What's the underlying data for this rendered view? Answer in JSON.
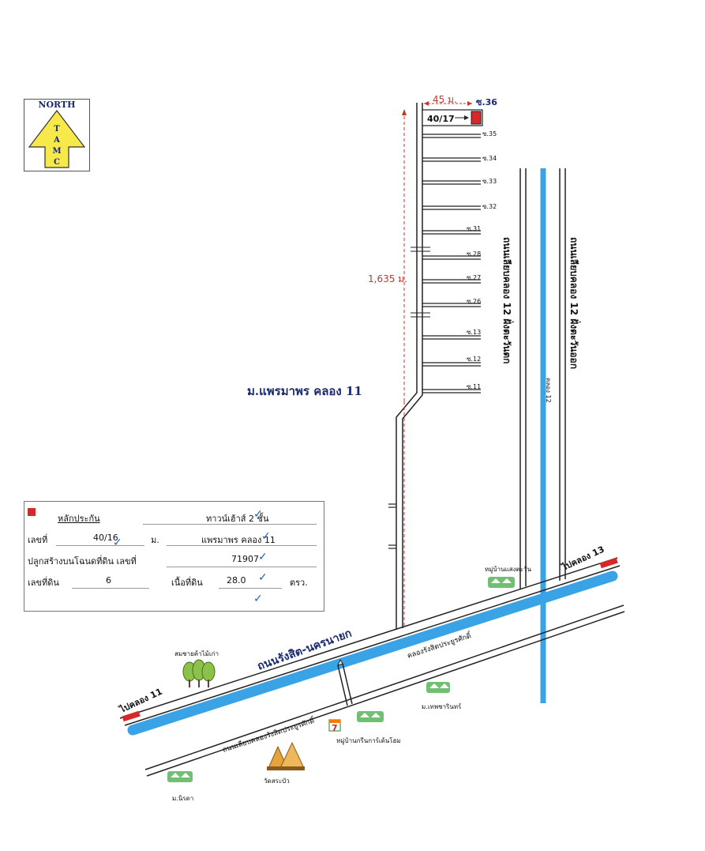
{
  "north_badge": {
    "title": "NORTH",
    "letters": [
      "T",
      "A",
      "M",
      "C"
    ]
  },
  "top_segment": {
    "distance": "45 ม.",
    "soi_end": "ซ.36",
    "plot_no": "40/17"
  },
  "soi_labels": [
    "ซ.35",
    "ซ.34",
    "ซ.33",
    "ซ.32",
    "ซ.31",
    "ซ.28",
    "ซ.27",
    "ซ.26",
    "ซ.13",
    "ซ.12",
    "ซ.11"
  ],
  "main_distance": "1,635 ม.",
  "village_main": "ม.แพรมาพร คลอง 11",
  "road_west": "ถนนเลียบคลอง 12 ฝั่งตะวันตก",
  "road_east": "ถนนเลียบคลอง 12 ฝั่งตะวันออก",
  "canal_12": "คลอง 12",
  "to_khlong_13": "ไปคลอง 13",
  "to_khlong_11": "ไปคลอง 11",
  "main_road": "ถนนรังสิต-นครนายก",
  "main_canal": "คลองรังสิตประยูรศักดิ์",
  "side_road": "ถนนเลียบคลองรังสิตประยูรศักดิ์",
  "places": {
    "village_saengtawan": "หมู่บ้านแสงตะวัน",
    "orchard": "สมชายค้าไม้เก่า",
    "village_thepcharin": "ม.เทพชารินทร์",
    "village_green": "หมู่บ้านกรีนการ์เด้นโฮม",
    "temple": "วัดสระบัว",
    "village_nirada": "ม.นิรดา",
    "seven_eleven": "7"
  },
  "info": {
    "collateral_label": "หลักประกัน",
    "property_type": "ทาวน์เฮ้าส์ 2 ชั้น",
    "house_no_label": "เลขที่",
    "house_no": "40/16",
    "moo_label": "ม.",
    "moo_value": "แพรมาพร คลอง 11",
    "deed_label": "ปลูกสร้างบนโฉนดที่ดิน เลขที่",
    "deed_no": "71907",
    "land_no_label": "เลขที่ดิน",
    "land_no": "6",
    "area_label": "เนื้อที่ดิน",
    "area_value": "28.0",
    "area_unit": "ตรว."
  },
  "colors": {
    "canal": "#3aa3e6",
    "red_marker": "#d62828",
    "dash": "#c0392b",
    "north_arrow": "#f7e94a"
  }
}
